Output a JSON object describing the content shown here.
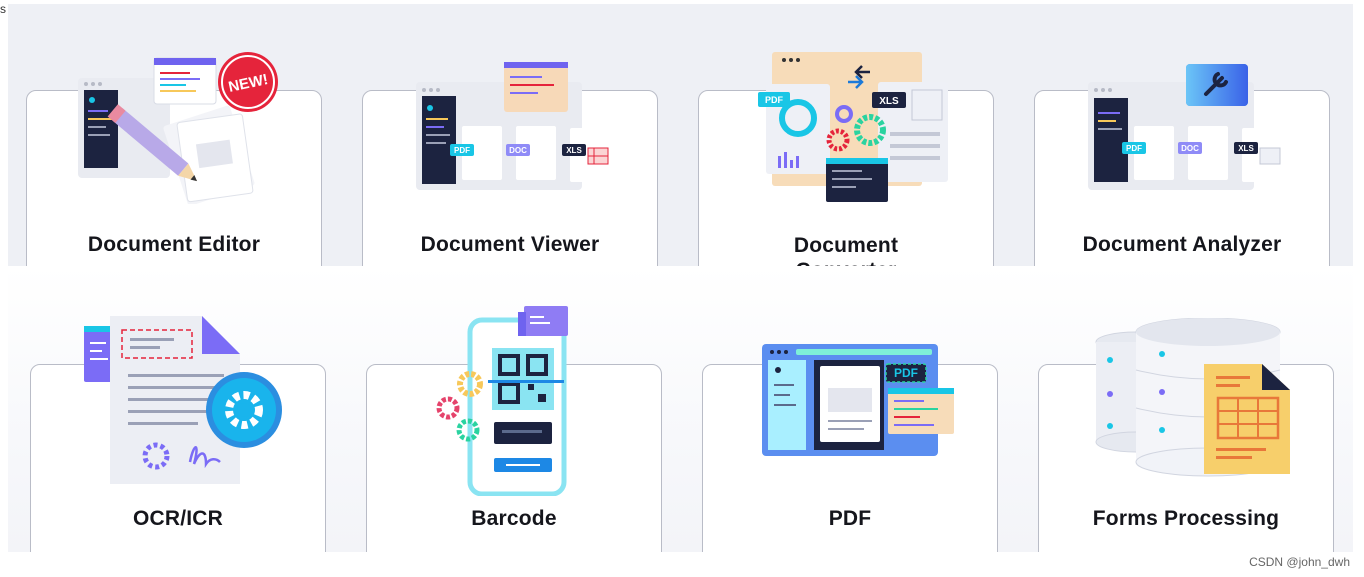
{
  "top_row": [
    {
      "title": "Document Editor",
      "icon": "document-editor-illustration",
      "badge": "NEW!"
    },
    {
      "title": "Document Viewer",
      "icon": "document-viewer-illustration",
      "tags": [
        "PDF",
        "DOC",
        "XLS"
      ]
    },
    {
      "title": "Document\nConverter",
      "icon": "document-converter-illustration",
      "tags": [
        "PDF",
        "XLS"
      ]
    },
    {
      "title": "Document Analyzer",
      "icon": "document-analyzer-illustration",
      "tags": [
        "PDF",
        "DOC",
        "XLS"
      ]
    }
  ],
  "bottom_row": [
    {
      "title": "OCR/ICR",
      "icon": "ocr-icr-illustration"
    },
    {
      "title": "Barcode",
      "icon": "barcode-illustration"
    },
    {
      "title": "PDF",
      "icon": "pdf-illustration",
      "tags": [
        "PDF"
      ]
    },
    {
      "title": "Forms Processing",
      "icon": "forms-processing-illustration"
    }
  ],
  "corner_text": "s",
  "watermark": "CSDN @john_dwh",
  "colors": {
    "band_bg": "#eef0f5",
    "card_border": "#b9bcc7",
    "dark_panel": "#1c2340",
    "cyan": "#19c6e6",
    "purple": "#7b6cf6",
    "red": "#e5243b",
    "orange": "#f7c85a"
  }
}
